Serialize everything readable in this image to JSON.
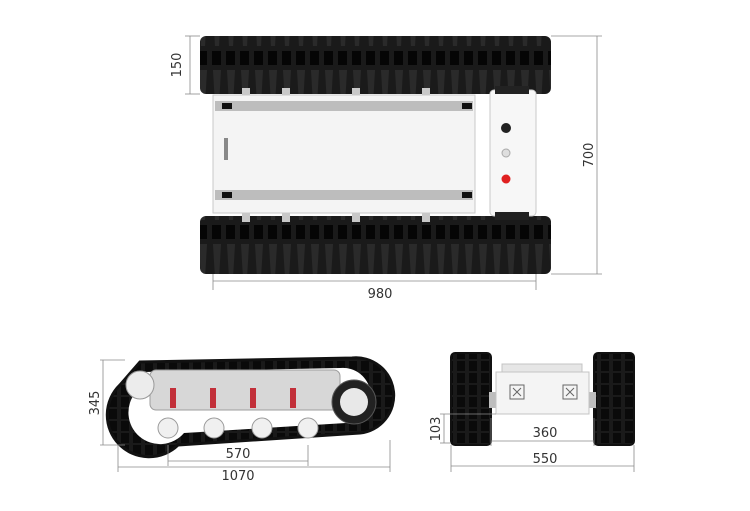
{
  "dimensions": {
    "top_track_width": "150",
    "overall_width": "700",
    "overall_length_top": "980",
    "height": "345",
    "wheelbase": "570",
    "overall_length_side": "1070",
    "ground_clearance": "103",
    "inner_width": "360",
    "outer_width": "550"
  },
  "colors": {
    "track": "#151515",
    "body": "#f2f2f2",
    "rail": "#b9b9b9",
    "button_red": "#e02020",
    "dimension_line": "#8a8a8a"
  }
}
